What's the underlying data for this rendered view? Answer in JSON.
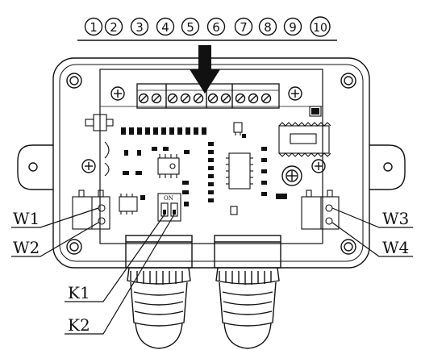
{
  "terminal_numbers": [
    "1",
    "2",
    "3",
    "4",
    "5",
    "6",
    "7",
    "8",
    "9",
    "10"
  ],
  "callouts": {
    "w1": "W1",
    "w2": "W2",
    "w3": "W3",
    "w4": "W4",
    "k1": "K1",
    "k2": "K2"
  },
  "switch_mark": "ON",
  "colors": {
    "ink": "#111111",
    "background": "#ffffff"
  }
}
